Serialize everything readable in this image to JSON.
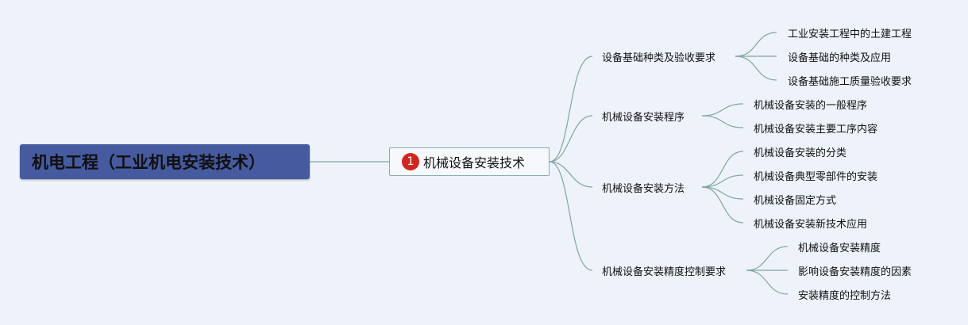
{
  "root": {
    "label": "机电工程（工业机电安装技术）"
  },
  "main_topic": {
    "badge": "1",
    "label": "机械设备安装技术"
  },
  "branches": [
    {
      "label": "设备基础种类及验收要求",
      "children": [
        "工业安装工程中的土建工程",
        "设备基础的种类及应用",
        "设备基础施工质量验收要求"
      ]
    },
    {
      "label": "机械设备安装程序",
      "children": [
        "机械设备安装的一般程序",
        "机械设备安装主要工序内容"
      ]
    },
    {
      "label": "机械设备安装方法",
      "children": [
        "机械设备安装的分类",
        "机械设备典型零部件的安装",
        "机械设备固定方式",
        "机械设备安装新技术应用"
      ]
    },
    {
      "label": "机械设备安装精度控制要求",
      "children": [
        "机械设备安装精度",
        "影响设备安装精度的因素",
        "安装精度的控制方法"
      ]
    }
  ],
  "colors": {
    "root_fill": "#465aa0",
    "connector": "#7fa5a8",
    "badge": "#d0261d",
    "background": "#eef2fb"
  }
}
